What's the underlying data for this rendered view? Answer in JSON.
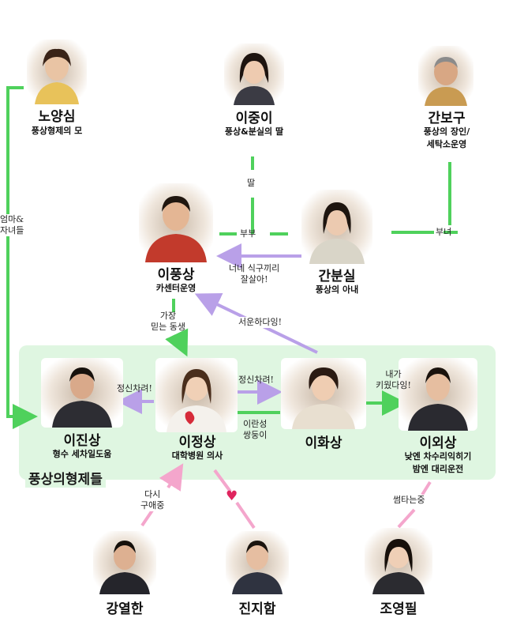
{
  "colors": {
    "green": "#4fd15c",
    "purple": "#b9a0e8",
    "pink": "#f4a6cc",
    "box": "#dff6e1",
    "heart": "#e0245e"
  },
  "people": {
    "noyangsim": {
      "name": "노양심",
      "desc": [
        "풍상형제의 모"
      ]
    },
    "leejoongi": {
      "name": "이중이",
      "desc": [
        "풍상&분실의 딸"
      ]
    },
    "ganbogu": {
      "name": "간보구",
      "desc": [
        "풍상의 장인/",
        "세탁소운영"
      ]
    },
    "leepungsang": {
      "name": "이풍상",
      "desc": [
        "카센터운영"
      ]
    },
    "ganbunsil": {
      "name": "간분실",
      "desc": [
        "풍상의 아내"
      ]
    },
    "leejinsang": {
      "name": "이진상",
      "desc": [
        "형수 세차일도움"
      ]
    },
    "leejungsang": {
      "name": "이정상",
      "desc": [
        "대학병원 의사"
      ]
    },
    "leehwasang": {
      "name": "이화상",
      "desc": []
    },
    "leeoesang": {
      "name": "이외상",
      "desc": [
        "낮엔 차수리익히기",
        "밤엔 대리운전"
      ]
    },
    "kangyeolhan": {
      "name": "강열한",
      "desc": []
    },
    "jinjiham": {
      "name": "진지함",
      "desc": []
    },
    "joyoungpil": {
      "name": "조영필",
      "desc": []
    }
  },
  "labels": {
    "mother_children": [
      "엄마&",
      "자녀들"
    ],
    "daughter": "딸",
    "couple": "부부",
    "father_daughter": "부녀",
    "bunsil_to_pungsang": [
      "너네 식구끼리",
      "잘살아!"
    ],
    "trusted_sibling": [
      "가장",
      "믿는 동생"
    ],
    "disappointed": "서운하다잉!",
    "wake_up_1": "정신차려!",
    "wake_up_2": "정신차려!",
    "twins": [
      "이란성",
      "쌍둥이"
    ],
    "raised_you": [
      "내가",
      "키웠다잉!"
    ],
    "dating_again": [
      "다시",
      "구애중"
    ],
    "some": "썸타는중"
  },
  "family_group": "풍상의형제들"
}
